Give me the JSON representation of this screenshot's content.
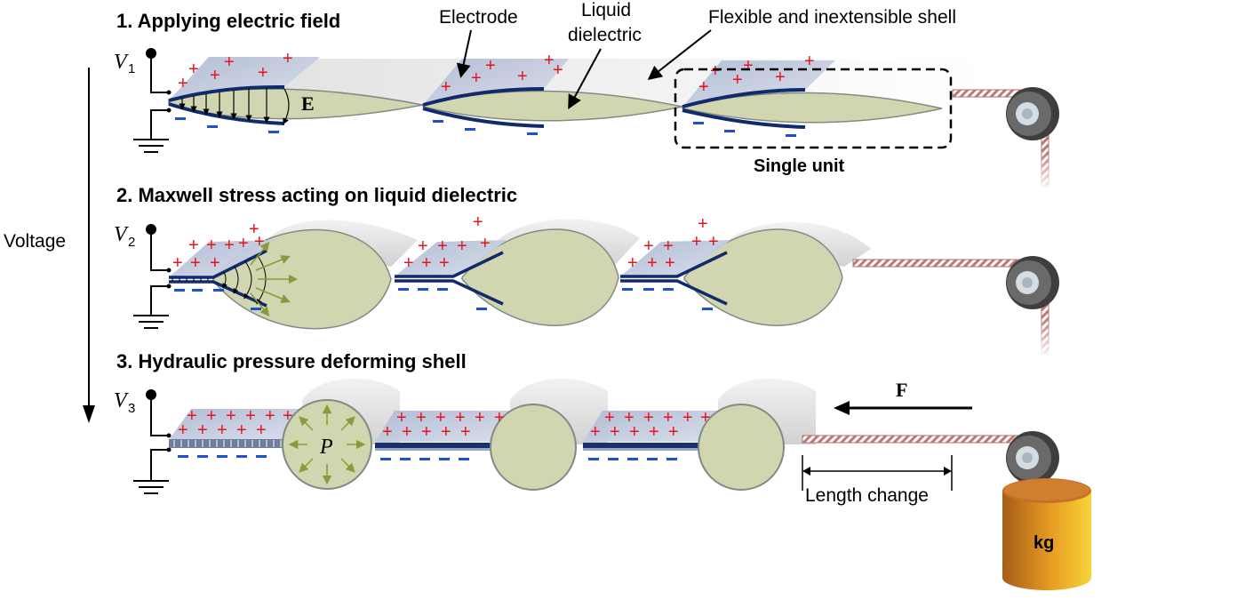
{
  "colors": {
    "dielectric": "#d2d6b0",
    "dielectric_edge": "#7f8c84",
    "electrode": "#b9c2d8",
    "electrode_dark": "#102a6b",
    "shell": "#e6e6e6",
    "plus": "#e8141b",
    "minus": "#1e50d2",
    "rope": "#b97070",
    "weight_body": "#e5951e",
    "weight_top": "#c77028",
    "pulley": "#4a4a4a",
    "arrow_green": "#8a9a3a"
  },
  "stages": [
    {
      "title": "1. Applying electric field",
      "voltage_symbol": "V",
      "voltage_subscript": "1"
    },
    {
      "title": "2. Maxwell stress acting on liquid dielectric",
      "voltage_symbol": "V",
      "voltage_subscript": "2"
    },
    {
      "title": "3. Hydraulic pressure deforming shell",
      "voltage_symbol": "V",
      "voltage_subscript": "3"
    }
  ],
  "labels": {
    "electrode": "Electrode",
    "liquid_dielectric_line1": "Liquid",
    "liquid_dielectric_line2": "dielectric",
    "shell": "Flexible and inextensible shell",
    "single_unit": "Single unit",
    "field_symbol": "E",
    "voltage_axis": "Voltage",
    "pressure_symbol": "P",
    "force_symbol": "F",
    "length_change": "Length change",
    "weight": "kg",
    "plus_sign": "+"
  },
  "icons": [
    "ground-icon",
    "pulley-icon",
    "weight-icon",
    "voltage-terminal-icon"
  ]
}
